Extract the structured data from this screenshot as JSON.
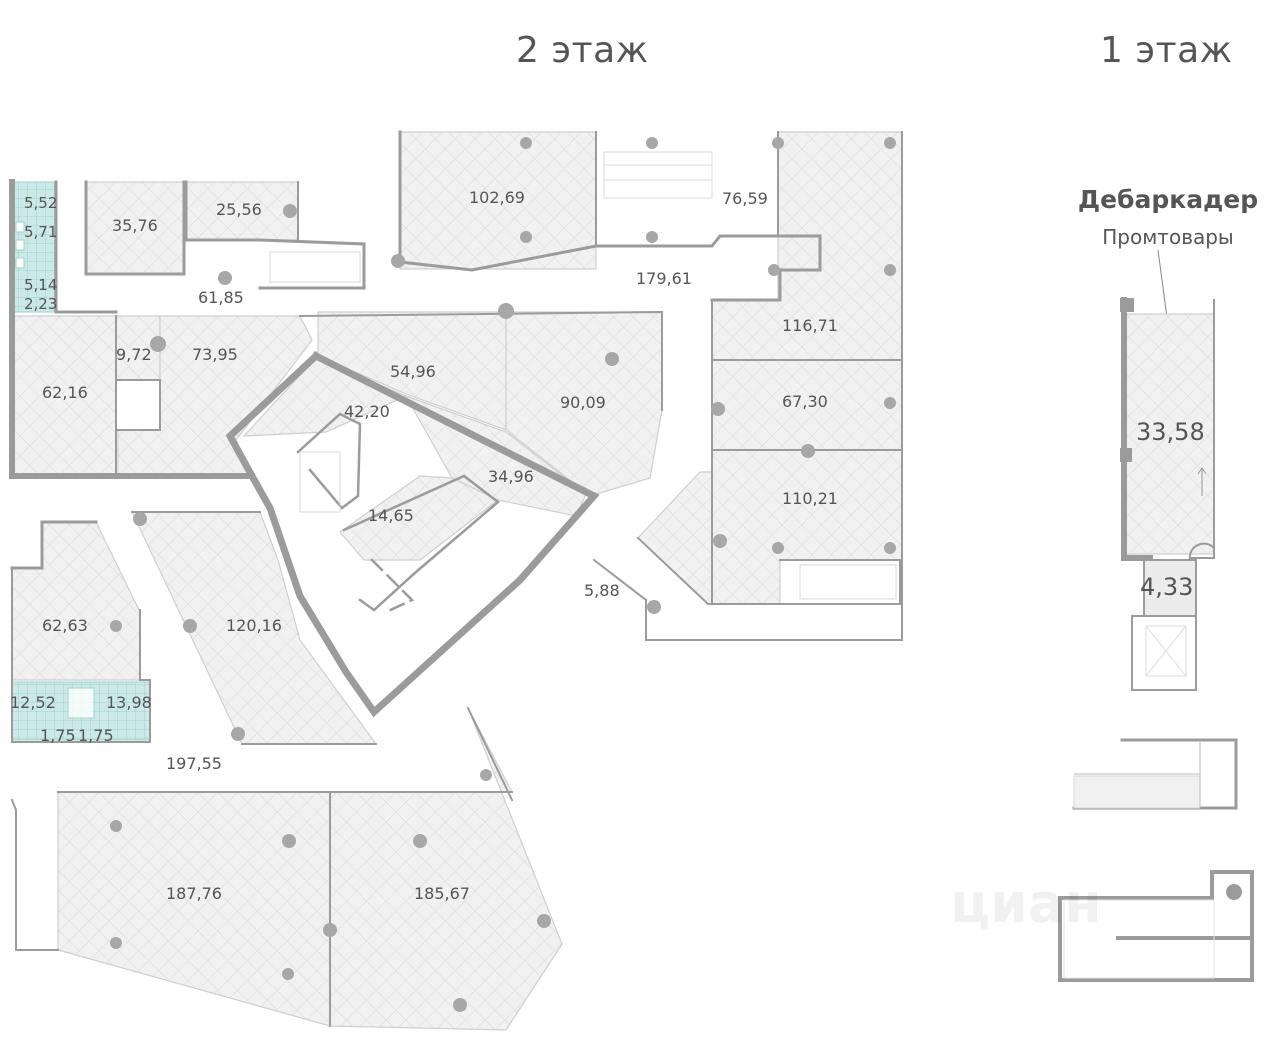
{
  "headers": {
    "floor2": "2 этаж",
    "floor1": "1 этаж"
  },
  "floor1_unit": {
    "title": "Дебаркадер",
    "subtitle": "Промтовары"
  },
  "floor2_areas": {
    "a5_52": "5,52",
    "a5_71": "5,71",
    "a5_14": "5,14",
    "a2_23": "2,23",
    "a35_76": "35,76",
    "a25_56": "25,56",
    "a102_69": "102,69",
    "a76_59": "76,59",
    "a179_61": "179,61",
    "a61_85": "61,85",
    "a116_71": "116,71",
    "a9_72": "9,72",
    "a73_95": "73,95",
    "a62_16": "62,16",
    "a54_96": "54,96",
    "a90_09": "90,09",
    "a67_30": "67,30",
    "a42_20": "42,20",
    "a34_96": "34,96",
    "a110_21": "110,21",
    "a14_65": "14,65",
    "a5_88": "5,88",
    "a62_63": "62,63",
    "a120_16": "120,16",
    "a12_52": "12,52",
    "a13_98": "13,98",
    "a1_75a": "1,75",
    "a1_75b": "1,75",
    "a197_55": "197,55",
    "a187_76": "187,76",
    "a185_67": "185,67"
  },
  "floor1_areas": {
    "a33_58": "33,58",
    "a4_33": "4,33"
  },
  "watermark": "циан",
  "colors": {
    "hatch": "#d9d9d9",
    "wc": "#9ad3cf",
    "wall": "#9b9b9b",
    "text": "#555555"
  }
}
